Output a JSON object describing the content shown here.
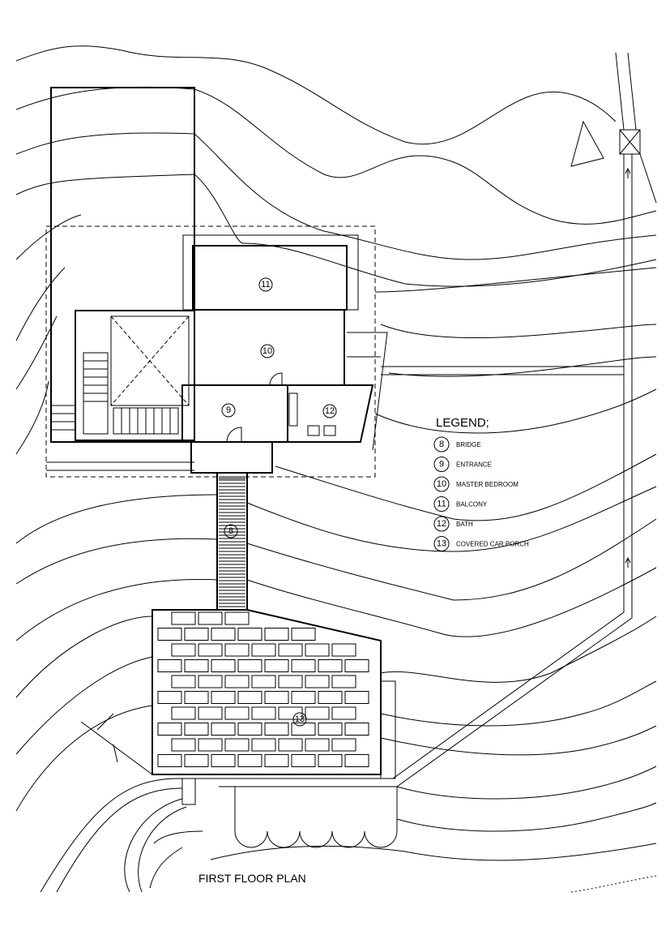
{
  "title": "FIRST FLOOR PLAN",
  "legend": {
    "heading": "LEGEND;",
    "items": [
      {
        "num": "8",
        "label": "BRIDGE"
      },
      {
        "num": "9",
        "label": "ENTRANCE"
      },
      {
        "num": "10",
        "label": "MASTER BEDROOM"
      },
      {
        "num": "11",
        "label": "BALCONY"
      },
      {
        "num": "12",
        "label": "BATH"
      },
      {
        "num": "13",
        "label": "COVERED CAR PORCH"
      }
    ]
  },
  "rooms": {
    "bridge": "8",
    "entrance": "9",
    "master_bedroom": "10",
    "balcony": "11",
    "bath": "12",
    "car_porch": "13"
  }
}
